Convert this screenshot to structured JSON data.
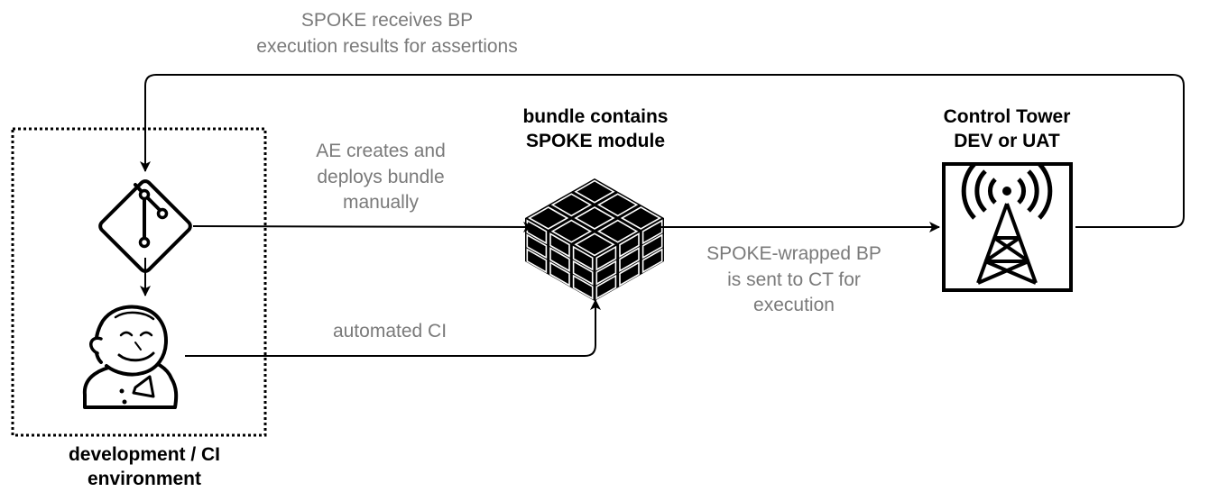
{
  "nodes": {
    "environment": {
      "title_line1": "development / CI",
      "title_line2": "environment",
      "icon": "dotted-boundary"
    },
    "git": {
      "icon": "git-icon"
    },
    "jenkins": {
      "icon": "jenkins-icon"
    },
    "bundle": {
      "title_line1": "bundle contains",
      "title_line2": "SPOKE module",
      "icon": "cube-icon"
    },
    "control_tower": {
      "title_line1": "Control Tower",
      "title_line2": "DEV or UAT",
      "icon": "radio-tower-icon"
    }
  },
  "edges": {
    "feedback": {
      "line1": "SPOKE receives BP",
      "line2": "execution results for assertions"
    },
    "manual_deploy": {
      "line1": "AE creates and",
      "line2": "deploys bundle",
      "line3": "manually"
    },
    "automated_ci": {
      "line1": "automated CI"
    },
    "send_to_ct": {
      "line1": "SPOKE-wrapped BP",
      "line2": "is sent to CT for",
      "line3": "execution"
    }
  },
  "colors": {
    "label_gray": "#7a7a7a",
    "line": "#000000",
    "background": "#ffffff"
  }
}
